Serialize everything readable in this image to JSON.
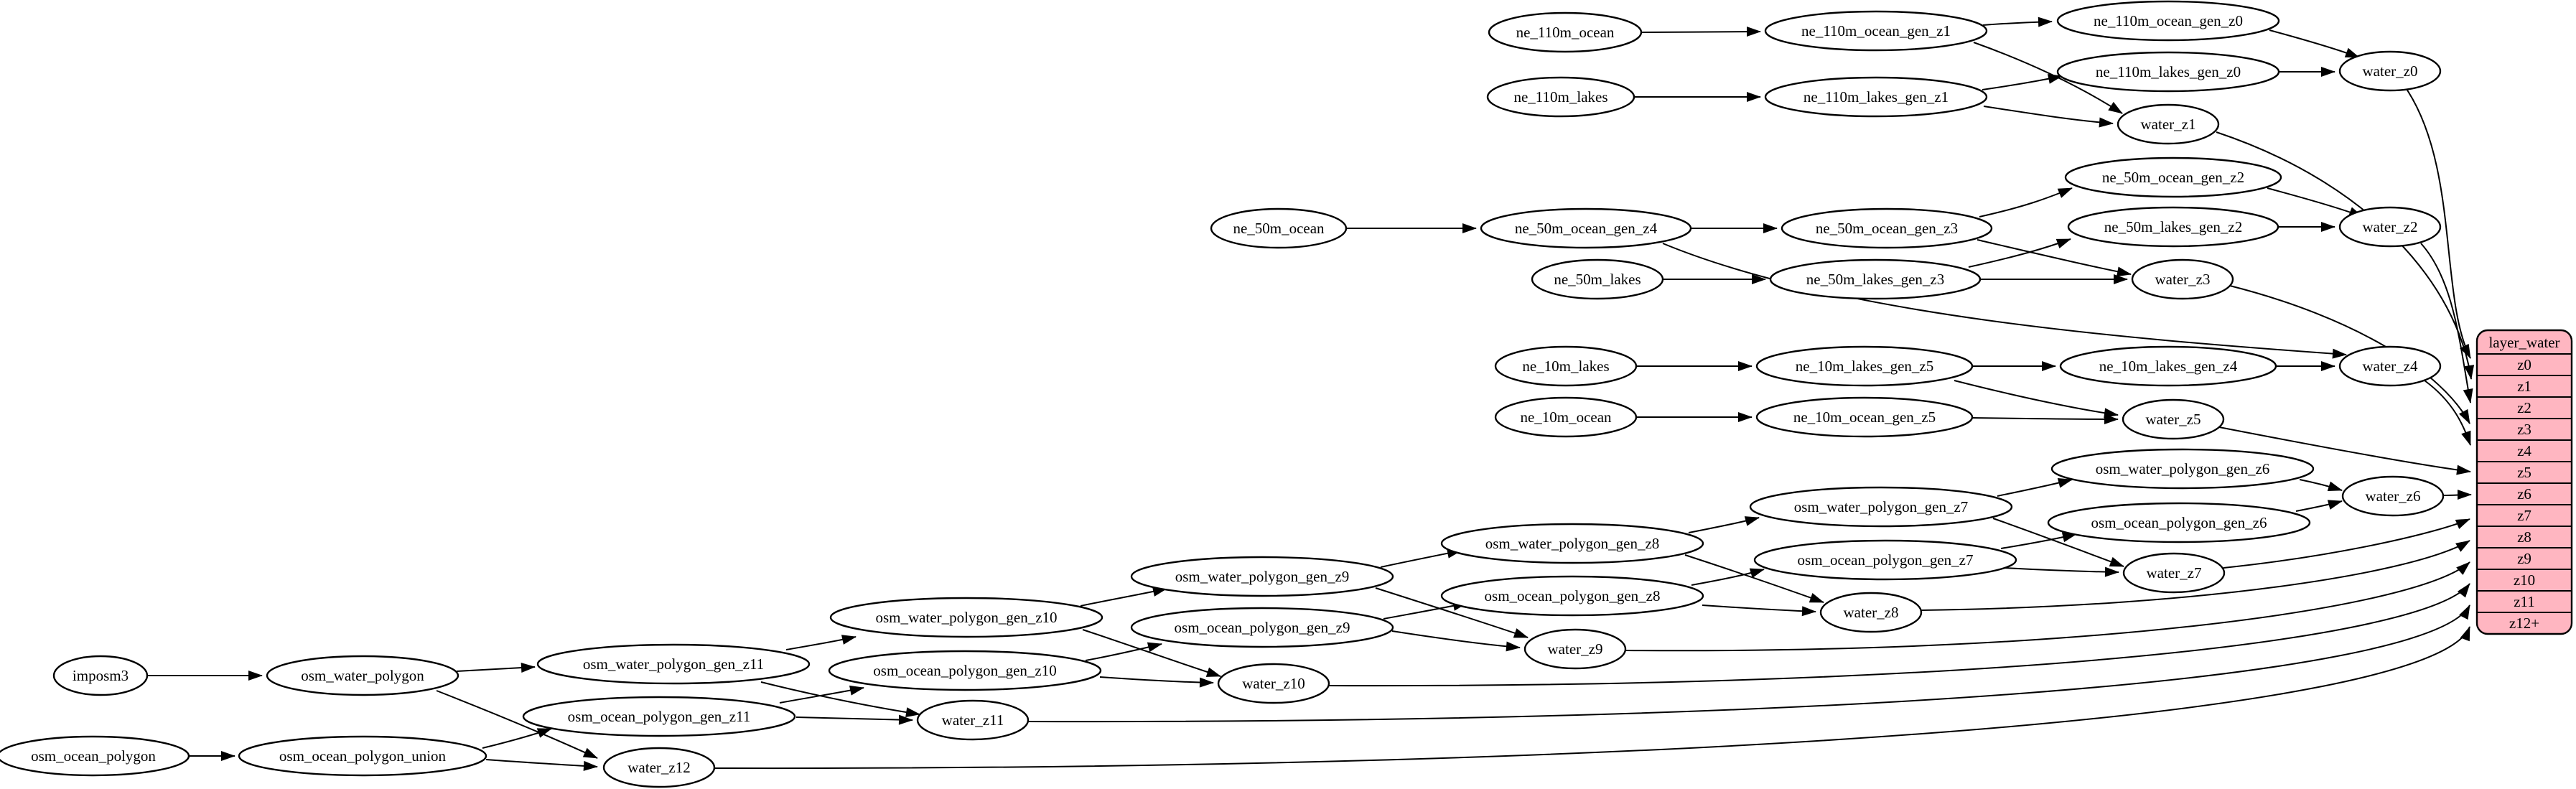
{
  "diagram": {
    "kind": "dependency-graph",
    "background": "#ffffff",
    "description": "ETL dependency graph for the water layer: natural-earth and OSM sources generalized per zoom level into water_z0..water_z12 feeding layer_water"
  },
  "colors": {
    "node_fill": "#ffffff",
    "node_stroke": "#000000",
    "edge": "#000000",
    "table_fill": "#ffb6c1",
    "text": "#000000"
  },
  "nodes": {
    "ne_110m_ocean": {
      "label": "ne_110m_ocean"
    },
    "ne_110m_ocean_gen_z1": {
      "label": "ne_110m_ocean_gen_z1"
    },
    "ne_110m_ocean_gen_z0": {
      "label": "ne_110m_ocean_gen_z0"
    },
    "ne_110m_lakes": {
      "label": "ne_110m_lakes"
    },
    "ne_110m_lakes_gen_z1": {
      "label": "ne_110m_lakes_gen_z1"
    },
    "ne_110m_lakes_gen_z0": {
      "label": "ne_110m_lakes_gen_z0"
    },
    "water_z0": {
      "label": "water_z0"
    },
    "water_z1": {
      "label": "water_z1"
    },
    "ne_50m_ocean": {
      "label": "ne_50m_ocean"
    },
    "ne_50m_ocean_gen_z4": {
      "label": "ne_50m_ocean_gen_z4"
    },
    "ne_50m_ocean_gen_z3": {
      "label": "ne_50m_ocean_gen_z3"
    },
    "ne_50m_ocean_gen_z2": {
      "label": "ne_50m_ocean_gen_z2"
    },
    "ne_50m_lakes": {
      "label": "ne_50m_lakes"
    },
    "ne_50m_lakes_gen_z3": {
      "label": "ne_50m_lakes_gen_z3"
    },
    "ne_50m_lakes_gen_z2": {
      "label": "ne_50m_lakes_gen_z2"
    },
    "water_z2": {
      "label": "water_z2"
    },
    "water_z3": {
      "label": "water_z3"
    },
    "water_z4": {
      "label": "water_z4"
    },
    "ne_10m_lakes": {
      "label": "ne_10m_lakes"
    },
    "ne_10m_lakes_gen_z5": {
      "label": "ne_10m_lakes_gen_z5"
    },
    "ne_10m_lakes_gen_z4": {
      "label": "ne_10m_lakes_gen_z4"
    },
    "ne_10m_ocean": {
      "label": "ne_10m_ocean"
    },
    "ne_10m_ocean_gen_z5": {
      "label": "ne_10m_ocean_gen_z5"
    },
    "water_z5": {
      "label": "water_z5"
    },
    "imposm3": {
      "label": "imposm3"
    },
    "osm_water_polygon": {
      "label": "osm_water_polygon"
    },
    "osm_water_polygon_gen_z11": {
      "label": "osm_water_polygon_gen_z11"
    },
    "osm_water_polygon_gen_z10": {
      "label": "osm_water_polygon_gen_z10"
    },
    "osm_water_polygon_gen_z9": {
      "label": "osm_water_polygon_gen_z9"
    },
    "osm_water_polygon_gen_z8": {
      "label": "osm_water_polygon_gen_z8"
    },
    "osm_water_polygon_gen_z7": {
      "label": "osm_water_polygon_gen_z7"
    },
    "osm_water_polygon_gen_z6": {
      "label": "osm_water_polygon_gen_z6"
    },
    "osm_ocean_polygon": {
      "label": "osm_ocean_polygon"
    },
    "osm_ocean_polygon_union": {
      "label": "osm_ocean_polygon_union"
    },
    "osm_ocean_polygon_gen_z11": {
      "label": "osm_ocean_polygon_gen_z11"
    },
    "osm_ocean_polygon_gen_z10": {
      "label": "osm_ocean_polygon_gen_z10"
    },
    "osm_ocean_polygon_gen_z9": {
      "label": "osm_ocean_polygon_gen_z9"
    },
    "osm_ocean_polygon_gen_z8": {
      "label": "osm_ocean_polygon_gen_z8"
    },
    "osm_ocean_polygon_gen_z7": {
      "label": "osm_ocean_polygon_gen_z7"
    },
    "osm_ocean_polygon_gen_z6": {
      "label": "osm_ocean_polygon_gen_z6"
    },
    "water_z6": {
      "label": "water_z6"
    },
    "water_z7": {
      "label": "water_z7"
    },
    "water_z8": {
      "label": "water_z8"
    },
    "water_z9": {
      "label": "water_z9"
    },
    "water_z10": {
      "label": "water_z10"
    },
    "water_z11": {
      "label": "water_z11"
    },
    "water_z12": {
      "label": "water_z12"
    }
  },
  "table": {
    "title": "layer_water",
    "rows": [
      "z0",
      "z1",
      "z2",
      "z3",
      "z4",
      "z5",
      "z6",
      "z7",
      "z8",
      "z9",
      "z10",
      "z11",
      "z12+"
    ]
  },
  "edges": [
    "ne_110m_ocean -> ne_110m_ocean_gen_z1",
    "ne_110m_ocean_gen_z1 -> ne_110m_ocean_gen_z0",
    "ne_110m_ocean_gen_z1 -> water_z1",
    "ne_110m_ocean_gen_z0 -> water_z0",
    "ne_110m_lakes -> ne_110m_lakes_gen_z1",
    "ne_110m_lakes_gen_z1 -> ne_110m_lakes_gen_z0",
    "ne_110m_lakes_gen_z1 -> water_z1",
    "ne_110m_lakes_gen_z0 -> water_z0",
    "water_z0 -> layer_water:z0",
    "water_z1 -> layer_water:z1",
    "ne_50m_ocean -> ne_50m_ocean_gen_z4",
    "ne_50m_ocean_gen_z4 -> ne_50m_ocean_gen_z3",
    "ne_50m_ocean_gen_z4 -> water_z4",
    "ne_50m_ocean_gen_z3 -> ne_50m_ocean_gen_z2",
    "ne_50m_ocean_gen_z3 -> water_z3",
    "ne_50m_ocean_gen_z2 -> water_z2",
    "ne_50m_lakes -> ne_50m_lakes_gen_z3",
    "ne_50m_lakes_gen_z3 -> ne_50m_lakes_gen_z2",
    "ne_50m_lakes_gen_z3 -> water_z3",
    "ne_50m_lakes_gen_z2 -> water_z2",
    "water_z2 -> layer_water:z2",
    "water_z3 -> layer_water:z3",
    "water_z4 -> layer_water:z4",
    "ne_10m_lakes -> ne_10m_lakes_gen_z5",
    "ne_10m_lakes_gen_z5 -> ne_10m_lakes_gen_z4",
    "ne_10m_lakes_gen_z5 -> water_z5",
    "ne_10m_lakes_gen_z4 -> water_z4",
    "ne_10m_ocean -> ne_10m_ocean_gen_z5",
    "ne_10m_ocean_gen_z5 -> water_z5",
    "water_z5 -> layer_water:z5",
    "imposm3 -> osm_water_polygon",
    "osm_water_polygon -> osm_water_polygon_gen_z11",
    "osm_water_polygon -> water_z12",
    "osm_ocean_polygon -> osm_ocean_polygon_union",
    "osm_ocean_polygon_union -> osm_ocean_polygon_gen_z11",
    "osm_ocean_polygon_union -> water_z12",
    "osm_water_polygon_gen_z11 -> osm_water_polygon_gen_z10",
    "osm_water_polygon_gen_z11 -> water_z11",
    "osm_ocean_polygon_gen_z11 -> osm_ocean_polygon_gen_z10",
    "osm_ocean_polygon_gen_z11 -> water_z11",
    "osm_water_polygon_gen_z10 -> osm_water_polygon_gen_z9",
    "osm_water_polygon_gen_z10 -> water_z10",
    "osm_ocean_polygon_gen_z10 -> osm_ocean_polygon_gen_z9",
    "osm_ocean_polygon_gen_z10 -> water_z10",
    "osm_water_polygon_gen_z9 -> osm_water_polygon_gen_z8",
    "osm_water_polygon_gen_z9 -> water_z9",
    "osm_ocean_polygon_gen_z9 -> osm_ocean_polygon_gen_z8",
    "osm_ocean_polygon_gen_z9 -> water_z9",
    "osm_water_polygon_gen_z8 -> osm_water_polygon_gen_z7",
    "osm_water_polygon_gen_z8 -> water_z8",
    "osm_ocean_polygon_gen_z8 -> osm_ocean_polygon_gen_z7",
    "osm_ocean_polygon_gen_z8 -> water_z8",
    "osm_water_polygon_gen_z7 -> osm_water_polygon_gen_z6",
    "osm_water_polygon_gen_z7 -> water_z7",
    "osm_ocean_polygon_gen_z7 -> osm_ocean_polygon_gen_z6",
    "osm_ocean_polygon_gen_z7 -> water_z7",
    "osm_water_polygon_gen_z6 -> water_z6",
    "osm_ocean_polygon_gen_z6 -> water_z6",
    "water_z6 -> layer_water:z6",
    "water_z7 -> layer_water:z7",
    "water_z8 -> layer_water:z8",
    "water_z9 -> layer_water:z9",
    "water_z10 -> layer_water:z10",
    "water_z11 -> layer_water:z11",
    "water_z12 -> layer_water:z12+"
  ]
}
